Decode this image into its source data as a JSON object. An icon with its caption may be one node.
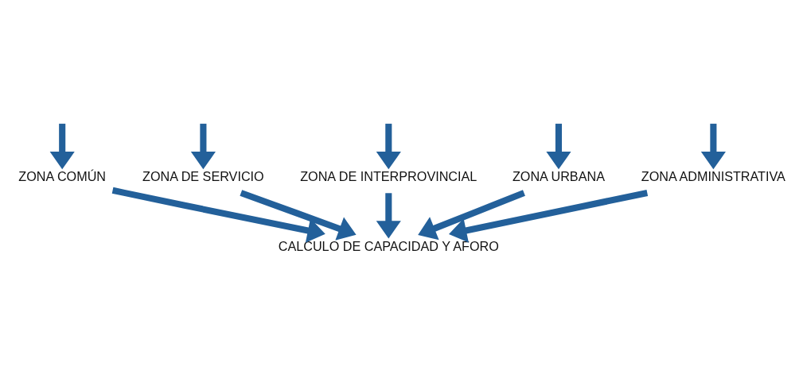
{
  "diagram": {
    "nodes": [
      {
        "text": [
          "ZONA ADMINISTRATIVA"
        ]
      },
      {
        "text": [
          "ZONA COMÚN"
        ]
      },
      {
        "text": [
          "ZONA DE SERVICIO"
        ]
      },
      {
        "text": [
          "ZONA DE INTERPROVINCIAL"
        ]
      },
      {
        "text": [
          "ZONA URBANA"
        ]
      },
      {
        "text": [
          "CALCULO DE CAPACIDAD Y AFORO"
        ]
      }
    ],
    "edges": [
      {
        "from": null,
        "to": 0,
        "arrow": "to"
      },
      {
        "from": null,
        "to": 1,
        "arrow": "to"
      },
      {
        "from": null,
        "to": 2,
        "arrow": "to"
      },
      {
        "from": null,
        "to": 3,
        "arrow": "to"
      },
      {
        "from": null,
        "to": 4,
        "arrow": "to"
      },
      {
        "from": 0,
        "to": 5,
        "arrow": "to"
      },
      {
        "from": 1,
        "to": 5,
        "arrow": "to"
      },
      {
        "from": 2,
        "to": 5,
        "arrow": "to"
      },
      {
        "from": 3,
        "to": 5,
        "arrow": "to"
      },
      {
        "from": 4,
        "to": 5,
        "arrow": "to"
      }
    ]
  }
}
